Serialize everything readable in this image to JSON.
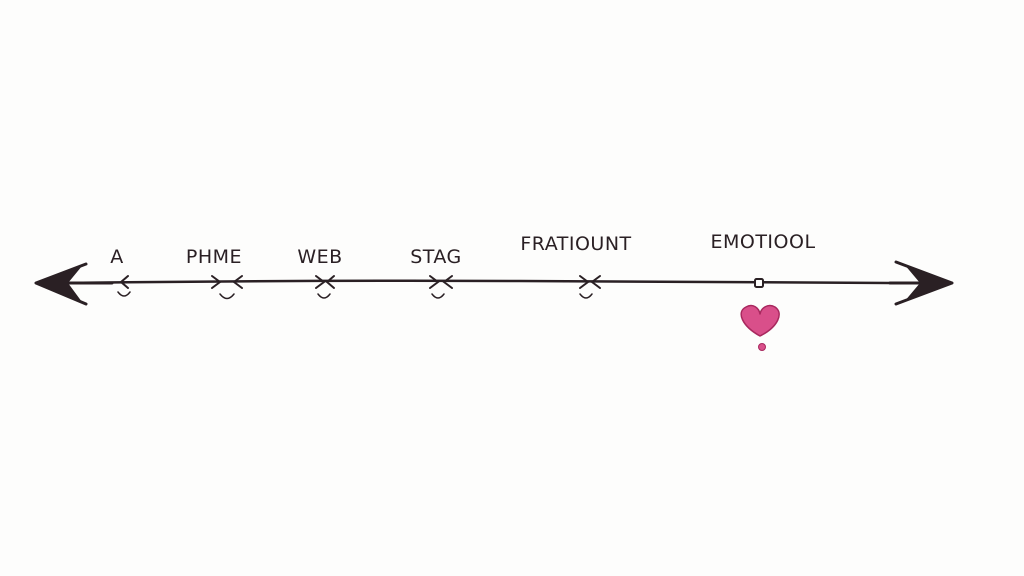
{
  "diagram": {
    "stages": [
      {
        "label": "A"
      },
      {
        "label": "PHME"
      },
      {
        "label": "WEB"
      },
      {
        "label": "STAG"
      },
      {
        "label": "FRATIOUNT"
      },
      {
        "label": "EMOTIOOL"
      }
    ],
    "colors": {
      "ink": "#2a2024",
      "heart": "#d94f8a",
      "heart_outline": "#a8285e",
      "background": "#fdfdfc"
    },
    "icons": {
      "left_end": "arrowhead-left-icon",
      "right_end": "arrowhead-right-icon",
      "highlight": "heart-icon"
    }
  }
}
